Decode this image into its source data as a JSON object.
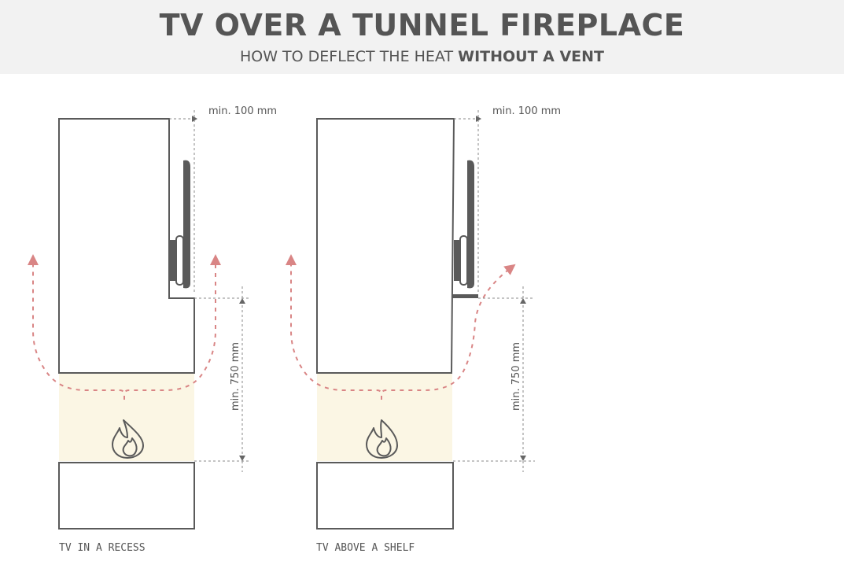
{
  "header": {
    "title": "TV OVER A TUNNEL FIREPLACE",
    "subtitle_prefix": "HOW TO DEFLECT THE HEAT",
    "subtitle_emphasis": "WITHOUT A VENT"
  },
  "diagrams": [
    {
      "caption": "TV IN A RECESS",
      "clearance_label": "min. 100 mm",
      "height_label": "min. 750 mm"
    },
    {
      "caption": "TV ABOVE A SHELF",
      "clearance_label": "min. 100 mm",
      "height_label": "min. 750 mm"
    }
  ],
  "colors": {
    "outline": "#5a5a5a",
    "firebox": "#fbf6e4",
    "heat_arrows": "#d98585",
    "dim_lines": "#8a8a8a",
    "header_bg": "#f2f2f2"
  },
  "icons": [
    "flame-icon",
    "heat-arrow-icon",
    "tv-icon",
    "dimension-arrow-icon"
  ]
}
